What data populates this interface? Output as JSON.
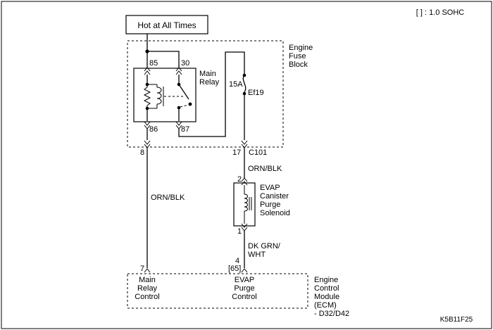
{
  "legend_note": "[ ] : 1.0 SOHC",
  "power_source": "Hot at All Times",
  "fuse_block": {
    "line1": "Engine",
    "line2": "Fuse",
    "line3": "Block"
  },
  "main_relay": {
    "line1": "Main",
    "line2": "Relay",
    "pin85": "85",
    "pin30": "30",
    "pin86": "86",
    "pin87": "87"
  },
  "fuse": {
    "rating": "15A",
    "id": "Ef19"
  },
  "connector": {
    "left_pin": "8",
    "right_pin": "17",
    "id": "C101"
  },
  "wires": {
    "orn_blk_right": "ORN/BLK",
    "orn_blk_left": "ORN/BLK",
    "dk_grn_line1": "DK GRN/",
    "dk_grn_line2": "WHT"
  },
  "solenoid": {
    "pin_top": "2",
    "pin_bottom": "1",
    "line1": "EVAP",
    "line2": "Canister",
    "line3": "Purge",
    "line4": "Solenoid"
  },
  "ecm": {
    "pin_left": "7",
    "pin_right": "4",
    "pin_right_alt": "[65]",
    "left_label1": "Main",
    "left_label2": "Relay",
    "left_label3": "Control",
    "right_label1": "EVAP",
    "right_label2": "Purge",
    "right_label3": "Control",
    "name1": "Engine",
    "name2": "Control",
    "name3": "Module",
    "name4": "(ECM)",
    "name5": "- D32/D42"
  },
  "diagram_code": "K5B11F25"
}
